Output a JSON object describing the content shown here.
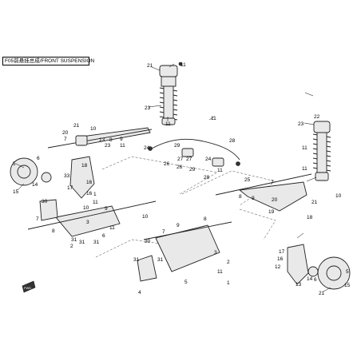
{
  "title": "F05前悬挂总成/FRONT SUSPENSION",
  "callouts": [
    {
      "id": "c1",
      "text": "21"
    },
    {
      "id": "c2",
      "text": "11"
    },
    {
      "id": "c3",
      "text": "23"
    },
    {
      "id": "c4",
      "text": "11"
    },
    {
      "id": "c5",
      "text": "21"
    },
    {
      "id": "c6",
      "text": "10"
    },
    {
      "id": "c7",
      "text": "20"
    },
    {
      "id": "c8",
      "text": "7"
    },
    {
      "id": "c9",
      "text": "13"
    },
    {
      "id": "c10",
      "text": "8"
    },
    {
      "id": "c11",
      "text": "23"
    },
    {
      "id": "c12",
      "text": "9"
    },
    {
      "id": "c13",
      "text": "11"
    },
    {
      "id": "c14",
      "text": "24"
    },
    {
      "id": "c15",
      "text": "29"
    },
    {
      "id": "c16",
      "text": "26"
    },
    {
      "id": "c17",
      "text": "27"
    },
    {
      "id": "c18",
      "text": "28"
    },
    {
      "id": "c19",
      "text": "29"
    },
    {
      "id": "c20",
      "text": "26"
    },
    {
      "id": "c21",
      "text": "27"
    },
    {
      "id": "c22",
      "text": "24"
    },
    {
      "id": "c23",
      "text": "28"
    },
    {
      "id": "c24",
      "text": "11"
    },
    {
      "id": "c25",
      "text": "11"
    },
    {
      "id": "c26",
      "text": "25"
    },
    {
      "id": "c27",
      "text": "5"
    },
    {
      "id": "c28",
      "text": "6"
    },
    {
      "id": "c29",
      "text": "18"
    },
    {
      "id": "c30",
      "text": "33"
    },
    {
      "id": "c31",
      "text": "14"
    },
    {
      "id": "c32",
      "text": "17"
    },
    {
      "id": "c33",
      "text": "15"
    },
    {
      "id": "c34",
      "text": "16"
    },
    {
      "id": "c35",
      "text": "16"
    },
    {
      "id": "c36",
      "text": "1"
    },
    {
      "id": "c37",
      "text": "30"
    },
    {
      "id": "c38",
      "text": "11"
    },
    {
      "id": "c39",
      "text": "10"
    },
    {
      "id": "c40",
      "text": "9"
    },
    {
      "id": "c41",
      "text": "7"
    },
    {
      "id": "c42",
      "text": "8"
    },
    {
      "id": "c43",
      "text": "3"
    },
    {
      "id": "c44",
      "text": "31"
    },
    {
      "id": "c45",
      "text": "2"
    },
    {
      "id": "c46",
      "text": "31"
    },
    {
      "id": "c47",
      "text": "31"
    },
    {
      "id": "c48",
      "text": "6"
    },
    {
      "id": "c49",
      "text": "11"
    },
    {
      "id": "c50",
      "text": "10"
    },
    {
      "id": "c51",
      "text": "9"
    },
    {
      "id": "c52",
      "text": "8"
    },
    {
      "id": "c53",
      "text": "7"
    },
    {
      "id": "c54",
      "text": "30"
    },
    {
      "id": "c55",
      "text": "31"
    },
    {
      "id": "c56",
      "text": "31"
    },
    {
      "id": "c57",
      "text": "5"
    },
    {
      "id": "c58",
      "text": "4"
    },
    {
      "id": "c59",
      "text": "3"
    },
    {
      "id": "c60",
      "text": "2"
    },
    {
      "id": "c61",
      "text": "1"
    },
    {
      "id": "c62",
      "text": "11"
    },
    {
      "id": "c63",
      "text": "22"
    },
    {
      "id": "c64",
      "text": "23"
    },
    {
      "id": "c65",
      "text": "11"
    },
    {
      "id": "c66",
      "text": "11"
    },
    {
      "id": "c67",
      "text": "10"
    },
    {
      "id": "c68",
      "text": "7"
    },
    {
      "id": "c69",
      "text": "8"
    },
    {
      "id": "c70",
      "text": "9"
    },
    {
      "id": "c71",
      "text": "20"
    },
    {
      "id": "c72",
      "text": "21"
    },
    {
      "id": "c73",
      "text": "19"
    },
    {
      "id": "c74",
      "text": "18"
    },
    {
      "id": "c75",
      "text": "17"
    },
    {
      "id": "c76",
      "text": "16"
    },
    {
      "id": "c77",
      "text": "12"
    },
    {
      "id": "c78",
      "text": "13"
    },
    {
      "id": "c79",
      "text": "14"
    },
    {
      "id": "c80",
      "text": "6"
    },
    {
      "id": "c81",
      "text": "5"
    },
    {
      "id": "c82",
      "text": "15"
    },
    {
      "id": "c83",
      "text": "21"
    }
  ],
  "badge": "FWD"
}
